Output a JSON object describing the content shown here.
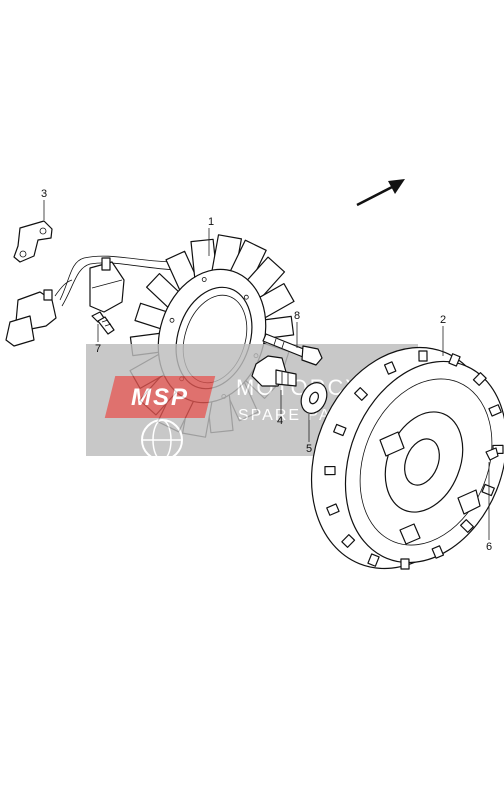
{
  "callouts": [
    {
      "id": "1",
      "label": "1"
    },
    {
      "id": "2",
      "label": "2"
    },
    {
      "id": "3",
      "label": "3"
    },
    {
      "id": "4",
      "label": "4"
    },
    {
      "id": "5",
      "label": "5"
    },
    {
      "id": "6",
      "label": "6"
    },
    {
      "id": "7",
      "label": "7"
    },
    {
      "id": "8",
      "label": "8"
    }
  ],
  "watermark": {
    "logo_text": "MSP",
    "line1": "MOTORCYCLE",
    "line2": "SPARE PARTS",
    "color": "#c0392b"
  },
  "colors": {
    "ink": "#111111",
    "watermark_band": "#bdbdbd",
    "watermark_logo": "#d9534f"
  },
  "icons": {
    "direction": "arrow-icon"
  }
}
